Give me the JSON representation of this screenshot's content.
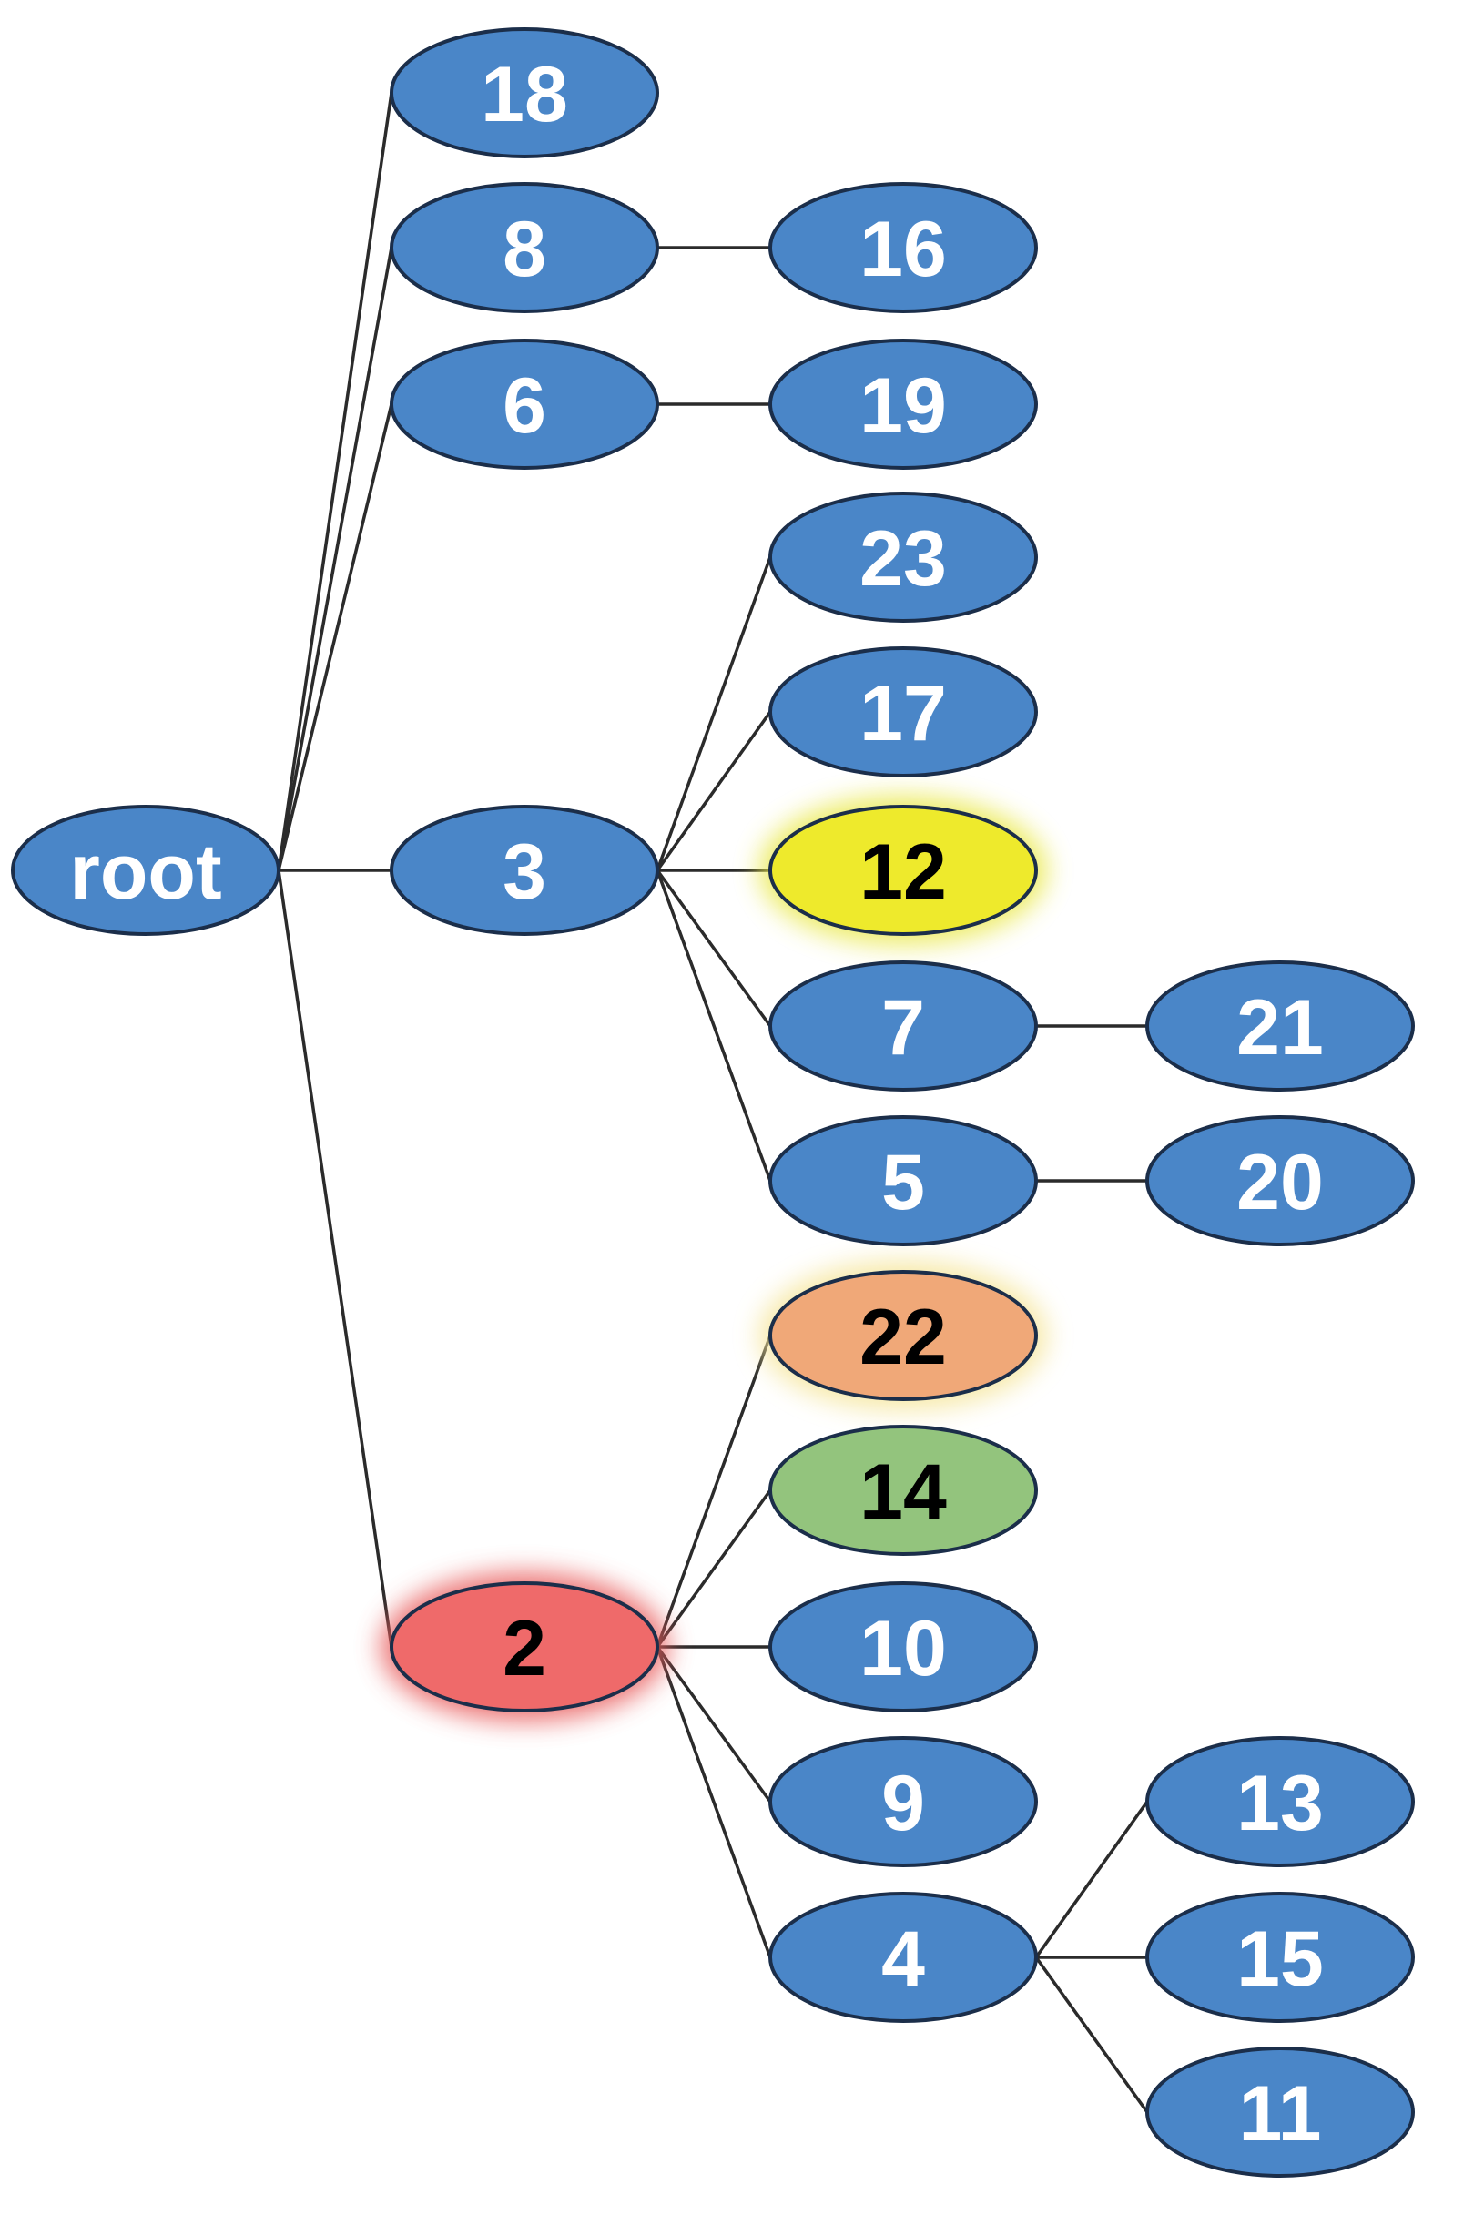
{
  "tree": {
    "colors": {
      "default_fill": "#4a86c8",
      "default_text": "#ffffff",
      "highlight_text": "#000000",
      "edge": "#2b2b2b"
    },
    "nodes": [
      {
        "id": "root",
        "label": "root",
        "fill": "#4a86c8",
        "text": "#ffffff",
        "glow": null
      },
      {
        "id": "18",
        "label": "18",
        "fill": "#4a86c8",
        "text": "#ffffff",
        "glow": null
      },
      {
        "id": "8",
        "label": "8",
        "fill": "#4a86c8",
        "text": "#ffffff",
        "glow": null
      },
      {
        "id": "6",
        "label": "6",
        "fill": "#4a86c8",
        "text": "#ffffff",
        "glow": null
      },
      {
        "id": "3",
        "label": "3",
        "fill": "#4a86c8",
        "text": "#ffffff",
        "glow": null
      },
      {
        "id": "2",
        "label": "2",
        "fill": "#ef6a6a",
        "text": "#000000",
        "glow": "#e85c5c"
      },
      {
        "id": "16",
        "label": "16",
        "fill": "#4a86c8",
        "text": "#ffffff",
        "glow": null
      },
      {
        "id": "19",
        "label": "19",
        "fill": "#4a86c8",
        "text": "#ffffff",
        "glow": null
      },
      {
        "id": "23",
        "label": "23",
        "fill": "#4a86c8",
        "text": "#ffffff",
        "glow": null
      },
      {
        "id": "17",
        "label": "17",
        "fill": "#4a86c8",
        "text": "#ffffff",
        "glow": null
      },
      {
        "id": "12",
        "label": "12",
        "fill": "#eeea2c",
        "text": "#000000",
        "glow": "#e9e84a"
      },
      {
        "id": "7",
        "label": "7",
        "fill": "#4a86c8",
        "text": "#ffffff",
        "glow": null
      },
      {
        "id": "5",
        "label": "5",
        "fill": "#4a86c8",
        "text": "#ffffff",
        "glow": null
      },
      {
        "id": "22",
        "label": "22",
        "fill": "#f0a878",
        "text": "#000000",
        "glow": "#f5e59a"
      },
      {
        "id": "14",
        "label": "14",
        "fill": "#93c47d",
        "text": "#000000",
        "glow": null
      },
      {
        "id": "10",
        "label": "10",
        "fill": "#4a86c8",
        "text": "#ffffff",
        "glow": null
      },
      {
        "id": "9",
        "label": "9",
        "fill": "#4a86c8",
        "text": "#ffffff",
        "glow": null
      },
      {
        "id": "4",
        "label": "4",
        "fill": "#4a86c8",
        "text": "#ffffff",
        "glow": null
      },
      {
        "id": "21",
        "label": "21",
        "fill": "#4a86c8",
        "text": "#ffffff",
        "glow": null
      },
      {
        "id": "20",
        "label": "20",
        "fill": "#4a86c8",
        "text": "#ffffff",
        "glow": null
      },
      {
        "id": "13",
        "label": "13",
        "fill": "#4a86c8",
        "text": "#ffffff",
        "glow": null
      },
      {
        "id": "15",
        "label": "15",
        "fill": "#4a86c8",
        "text": "#ffffff",
        "glow": null
      },
      {
        "id": "11",
        "label": "11",
        "fill": "#4a86c8",
        "text": "#ffffff",
        "glow": null
      }
    ],
    "edges": [
      [
        "root",
        "18"
      ],
      [
        "root",
        "8"
      ],
      [
        "root",
        "6"
      ],
      [
        "root",
        "3"
      ],
      [
        "root",
        "2"
      ],
      [
        "8",
        "16"
      ],
      [
        "6",
        "19"
      ],
      [
        "3",
        "23"
      ],
      [
        "3",
        "17"
      ],
      [
        "3",
        "12"
      ],
      [
        "3",
        "7"
      ],
      [
        "3",
        "5"
      ],
      [
        "7",
        "21"
      ],
      [
        "5",
        "20"
      ],
      [
        "2",
        "22"
      ],
      [
        "2",
        "14"
      ],
      [
        "2",
        "10"
      ],
      [
        "2",
        "9"
      ],
      [
        "2",
        "4"
      ],
      [
        "4",
        "13"
      ],
      [
        "4",
        "15"
      ],
      [
        "4",
        "11"
      ]
    ]
  }
}
